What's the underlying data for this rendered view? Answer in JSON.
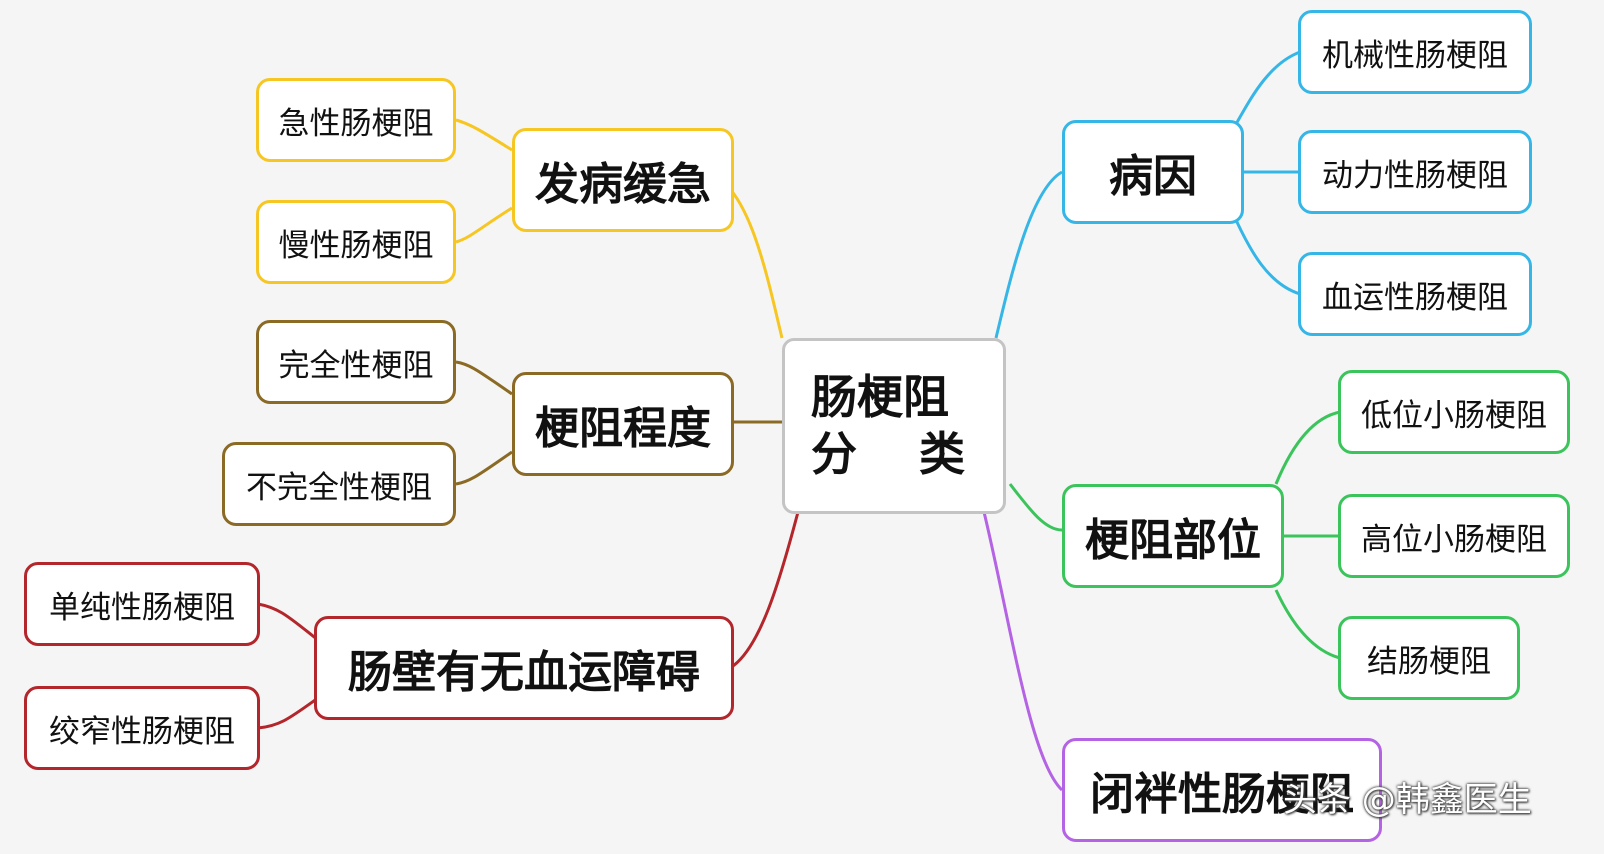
{
  "root": {
    "line1": "肠梗阻",
    "line2_a": "分",
    "line2_b": "类"
  },
  "colors": {
    "yellow": "#f6c623",
    "brown": "#8b6a25",
    "red": "#b3262b",
    "blue": "#36b6e6",
    "green": "#3cc45c",
    "purple": "#b463e4"
  },
  "left_branches": [
    {
      "label": "发病缓急",
      "children": [
        "急性肠梗阻",
        "慢性肠梗阻"
      ]
    },
    {
      "label": "梗阻程度",
      "children": [
        "完全性梗阻",
        "不完全性梗阻"
      ]
    },
    {
      "label": "肠壁有无血运障碍",
      "children": [
        "单纯性肠梗阻",
        "绞窄性肠梗阻"
      ]
    }
  ],
  "right_branches": [
    {
      "label": "病因",
      "children": [
        "机械性肠梗阻",
        "动力性肠梗阻",
        "血运性肠梗阻"
      ]
    },
    {
      "label": "梗阻部位",
      "children": [
        "低位小肠梗阻",
        "高位小肠梗阻",
        "结肠梗阻"
      ]
    },
    {
      "label": "闭袢性肠梗阻",
      "children": []
    }
  ],
  "watermark": "头条 @韩鑫医生"
}
